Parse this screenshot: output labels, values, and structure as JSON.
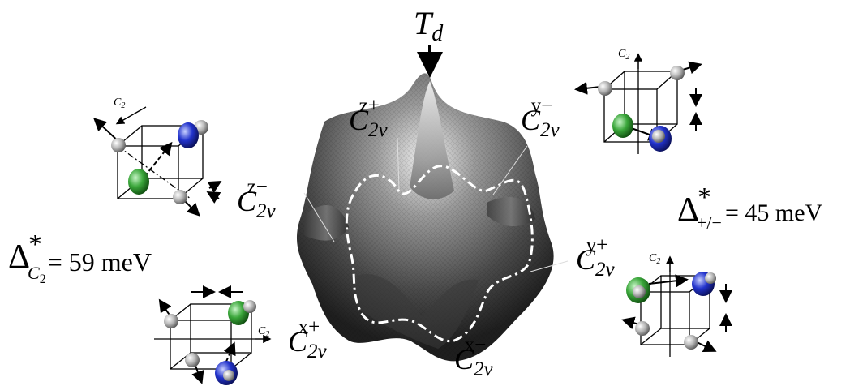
{
  "top_label": {
    "base": "T",
    "sub": "d"
  },
  "symmetry_labels": {
    "z_plus": {
      "base": "C",
      "sub": "2v",
      "sup": "z+"
    },
    "z_minus": {
      "base": "C",
      "sub": "2v",
      "sup": "z−"
    },
    "y_minus": {
      "base": "C",
      "sub": "2v",
      "sup": "y−"
    },
    "y_plus": {
      "base": "C",
      "sub": "2v",
      "sup": "y+"
    },
    "x_plus": {
      "base": "C",
      "sub": "2v",
      "sup": "x+"
    },
    "x_minus": {
      "base": "C",
      "sub": "2v",
      "sup": "x−"
    }
  },
  "barriers": {
    "c2": {
      "symbol": "Δ",
      "star": "*",
      "sub_base": "C",
      "sub_sub": "2",
      "value": "= 59 meV"
    },
    "pm": {
      "symbol": "Δ",
      "star": "*",
      "sub": "+/−",
      "value": "= 45 meV"
    }
  },
  "axis_label": {
    "base": "C",
    "sub": "2"
  },
  "colors": {
    "green_atom": "#3aa63a",
    "blue_atom": "#2233cc",
    "grey_atom": "#a8a8a8",
    "surface_dark": "#2b2b2b",
    "surface_light": "#e6e6e6",
    "path_line": "#ffffff"
  }
}
